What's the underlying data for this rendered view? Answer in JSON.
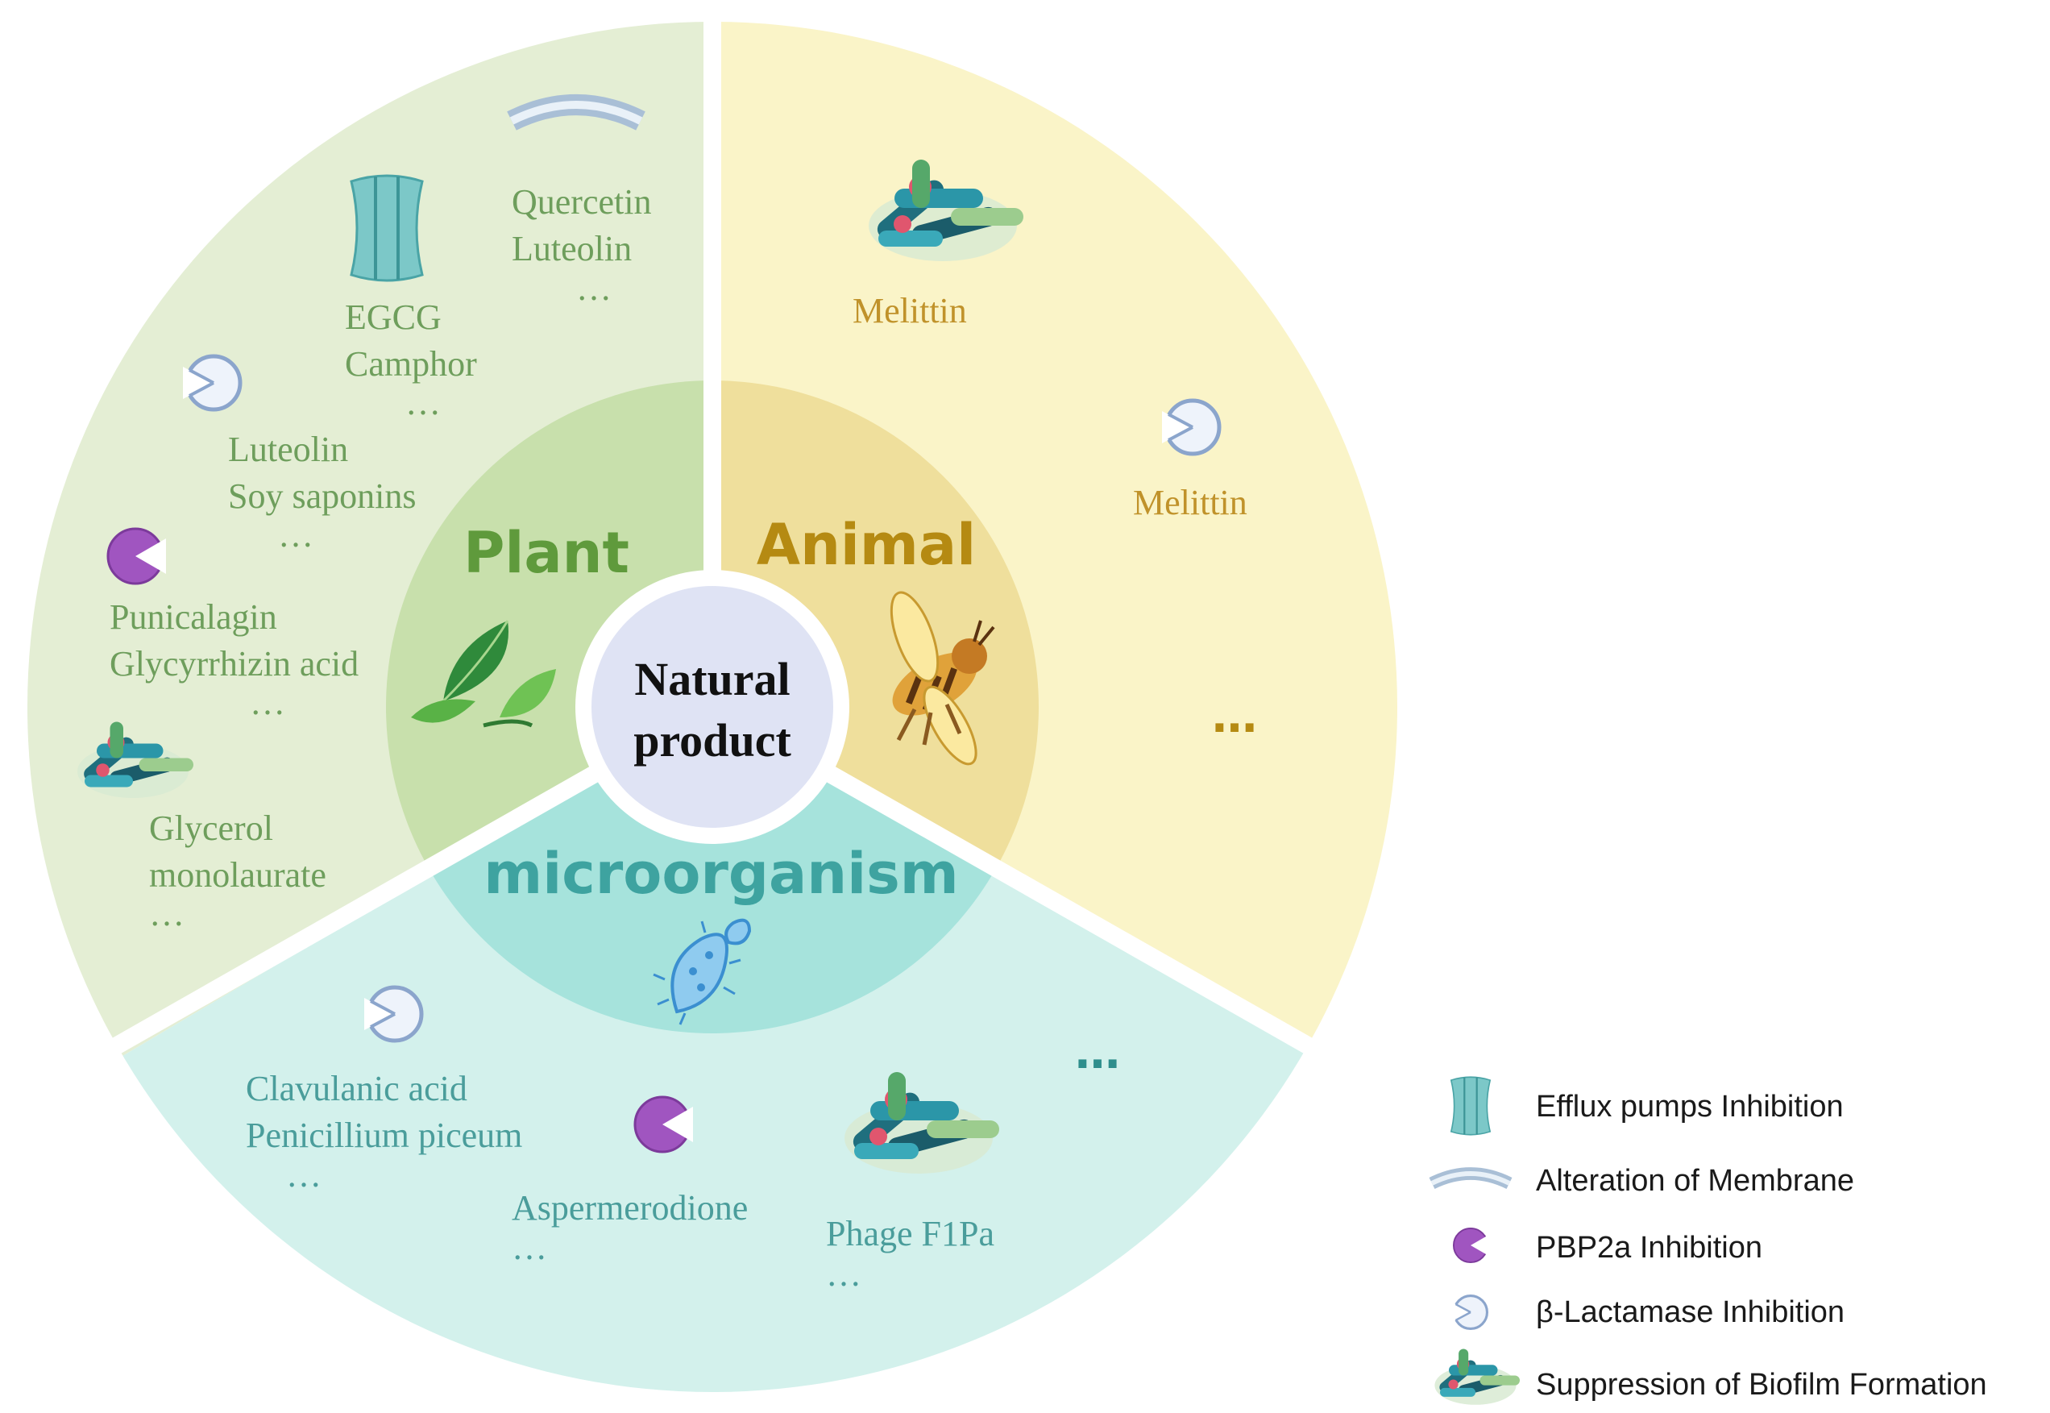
{
  "center": {
    "line1": "Natural",
    "line2": "product"
  },
  "plant": {
    "title": "Plant",
    "membrane": {
      "lines": [
        "Quercetin",
        "Luteolin",
        "…"
      ]
    },
    "efflux": {
      "lines": [
        "EGCG",
        "Camphor",
        "…"
      ]
    },
    "lactamase": {
      "lines": [
        "Luteolin",
        "Soy saponins",
        "…"
      ]
    },
    "pbp2a": {
      "lines": [
        "Punicalagin",
        "Glycyrrhizin acid",
        "…"
      ]
    },
    "biofilm": {
      "lines": [
        "Glycerol",
        "monolaurate",
        "…"
      ]
    }
  },
  "animal": {
    "title": "Animal",
    "biofilm": {
      "lines": [
        "Melittin"
      ]
    },
    "lactamase": {
      "lines": [
        "Melittin"
      ]
    },
    "ellipsis": "…"
  },
  "microorganism": {
    "title": "microorganism",
    "lactamase": {
      "lines": [
        "Clavulanic acid",
        "Penicillium piceum",
        "…"
      ]
    },
    "pbp2a": {
      "lines": [
        "Aspermerodione",
        "…"
      ]
    },
    "biofilm": {
      "lines": [
        "Phage F1Pa",
        "…"
      ]
    },
    "ellipsis": "…"
  },
  "legend": {
    "items": [
      {
        "icon": "efflux-pump-icon",
        "label": "Efflux pumps Inhibition"
      },
      {
        "icon": "membrane-icon",
        "label": "Alteration of Membrane"
      },
      {
        "icon": "pbp2a-icon",
        "label": "PBP2a Inhibition"
      },
      {
        "icon": "beta-lactamase-icon",
        "label": "β-Lactamase Inhibition"
      },
      {
        "icon": "biofilm-icon",
        "label": "Suppression of Biofilm Formation"
      }
    ]
  },
  "colors": {
    "plant_outer": "#e4eed4",
    "plant_inner": "#c8e0ac",
    "plant_title": "#5f9a3c",
    "animal_outer": "#faf4c8",
    "animal_inner": "#efdf9c",
    "animal_title": "#b58a12",
    "micro_outer": "#d3f1ec",
    "micro_inner": "#a6e3dc",
    "micro_title": "#3ea3a0",
    "center": "#dfe3f4"
  }
}
